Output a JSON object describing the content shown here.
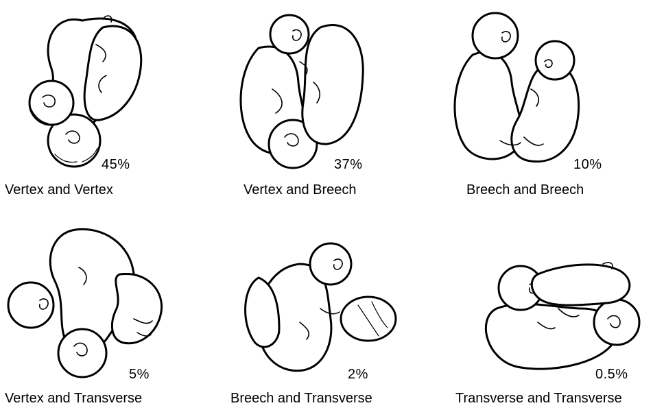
{
  "panels": [
    {
      "percent": "45%",
      "caption": "Vertex and Vertex"
    },
    {
      "percent": "37%",
      "caption": "Vertex and Breech"
    },
    {
      "percent": "10%",
      "caption": "Breech and Breech"
    },
    {
      "percent": "5%",
      "caption": "Vertex and Transverse"
    },
    {
      "percent": "2%",
      "caption": "Breech and Transverse"
    },
    {
      "percent": "0.5%",
      "caption": "Transverse and Transverse"
    }
  ]
}
